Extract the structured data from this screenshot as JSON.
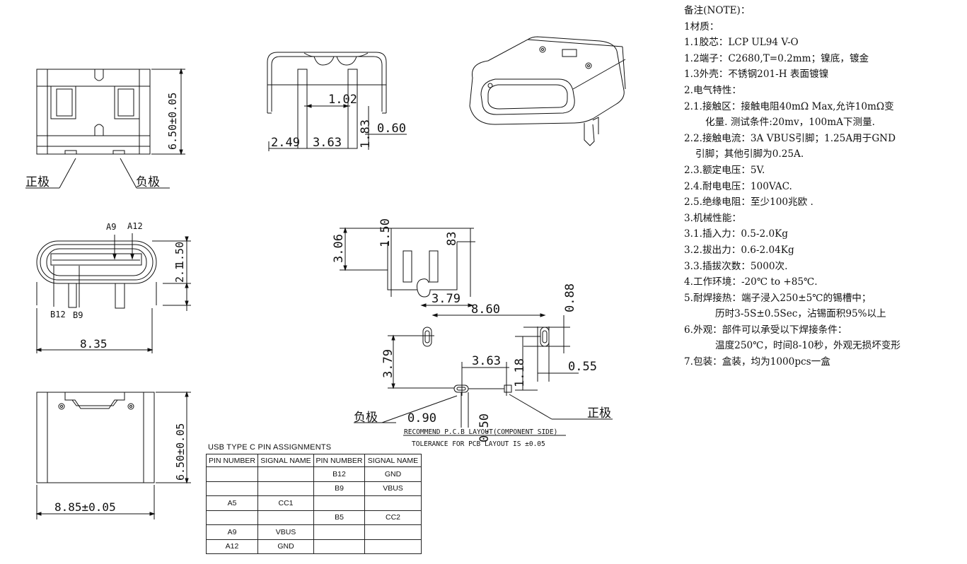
{
  "notes": {
    "lines": [
      "备注(NOTE)：",
      "1材质：",
      "1.1胶芯：LCP UL94 V-O",
      "1.2端子：C2680,T=0.2mm；镍底，镀金",
      "1.3外壳：不锈钢201-H 表面镀镍",
      "2.电气特性：",
      "2.1.接触区：接触电阻40mΩ Max,允许10mΩ变",
      "化量. 测试条件:20mv，100mA下测量.",
      "2.2.接触电流：3A VBUS引脚；1.25A用于GND",
      "引脚；其他引脚为0.25A.",
      "2.3.额定电压：5V.",
      "2.4.耐电电压：100VAC.",
      "2.5.绝缘电阻：至少100兆欧 .",
      "3.机械性能：",
      "3.1.插入力：0.5-2.0Kg",
      "3.2.拔出力：0.6-2.04Kg",
      "3.3.插拔次数：5000次.",
      "4.工作环境：-20℃ to +85℃.",
      "5.耐焊接热：端子浸入250±5℃的锡槽中；",
      "历时3-5S±0.5Sec，沾锡面积95%以上",
      "6.外观：部件可以承受以下焊接条件：",
      "温度250℃，时间8-10秒，外观无损坏变形",
      "7.包装：盒装，均为1000pcs一盒"
    ]
  },
  "dims": {
    "h650_top": "6.50±0.05",
    "h650_bot": "6.50±0.05",
    "w885": "8.85±0.05",
    "w835": "8.35",
    "d102": "1.02",
    "d249": "2.49",
    "d363_side": "3.63",
    "d183_side": "1.83",
    "d060": "0.60",
    "d150": "1.50",
    "d210": "2.1",
    "d306": "3.06",
    "d150_side": "1.50",
    "d183_right": "83",
    "d379_side": "3.79",
    "d860": "8.60",
    "d088": "0.88",
    "d379_pcb": "3.79",
    "d363_pcb": "3.63",
    "d118": "1.18",
    "d055": "0.55",
    "d090": "0.90",
    "d050": "0.50"
  },
  "labels": {
    "positive": "正极",
    "negative": "负极",
    "pcb_positive": "正极",
    "pcb_negative": "负极",
    "a9": "A9",
    "a12": "A12",
    "b12": "B12",
    "b9": "B9",
    "pcb_caption1": "RECOMMEND P.C.B LAYOUT(COMPONENT SIDE)",
    "pcb_caption2": "TOLERANCE FOR PCB LAYOUT IS ±0.05"
  },
  "pin_table": {
    "title": "USB TYPE C PIN ASSIGNMENTS",
    "headers": [
      "PIN NUMBER",
      "SIGNAL NAME",
      "PIN NUMBER",
      "SIGNAL NAME"
    ],
    "rows": [
      [
        "",
        "",
        "B12",
        "GND"
      ],
      [
        "",
        "",
        "B9",
        "VBUS"
      ],
      [
        "A5",
        "CC1",
        "",
        ""
      ],
      [
        "",
        "",
        "B5",
        "CC2"
      ],
      [
        "A9",
        "VBUS",
        "",
        ""
      ],
      [
        "A12",
        "GND",
        "",
        ""
      ]
    ]
  }
}
